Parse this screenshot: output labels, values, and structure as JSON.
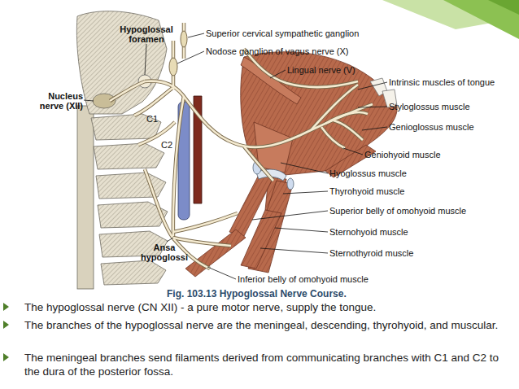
{
  "diagram": {
    "caption": "Fig. 103.13 Hypoglossal Nerve Course.",
    "labels": [
      "Hypoglossal foramen",
      "Superior cervical sympathetic ganglion",
      "Nodose ganglion of vagus nerve (X)",
      "Lingual nerve (V)",
      "Nucleus nerve (XII)",
      "C1",
      "C2",
      "Intrinsic muscles of tongue",
      "Styloglossus muscle",
      "Genioglossus muscle",
      "Geniohyoid muscle",
      "Hyoglossus muscle",
      "Thyrohyoid muscle",
      "Superior belly of omohyoid muscle",
      "Sternohyoid muscle",
      "Sternothyroid muscle",
      "Ansa hypoglossi",
      "Inferior belly of omohyoid muscle",
      "The hypoglossal nerve (CN XII) - a pure motor nerve, supply the tongue.",
      "The branches of the hypoglossal nerve are the meningeal, descending, thyrohyoid, and muscular.",
      "The meningeal branches send filaments derived from communicating branches with C1 and C2 to the dura of the posterior fossa."
    ]
  }
}
